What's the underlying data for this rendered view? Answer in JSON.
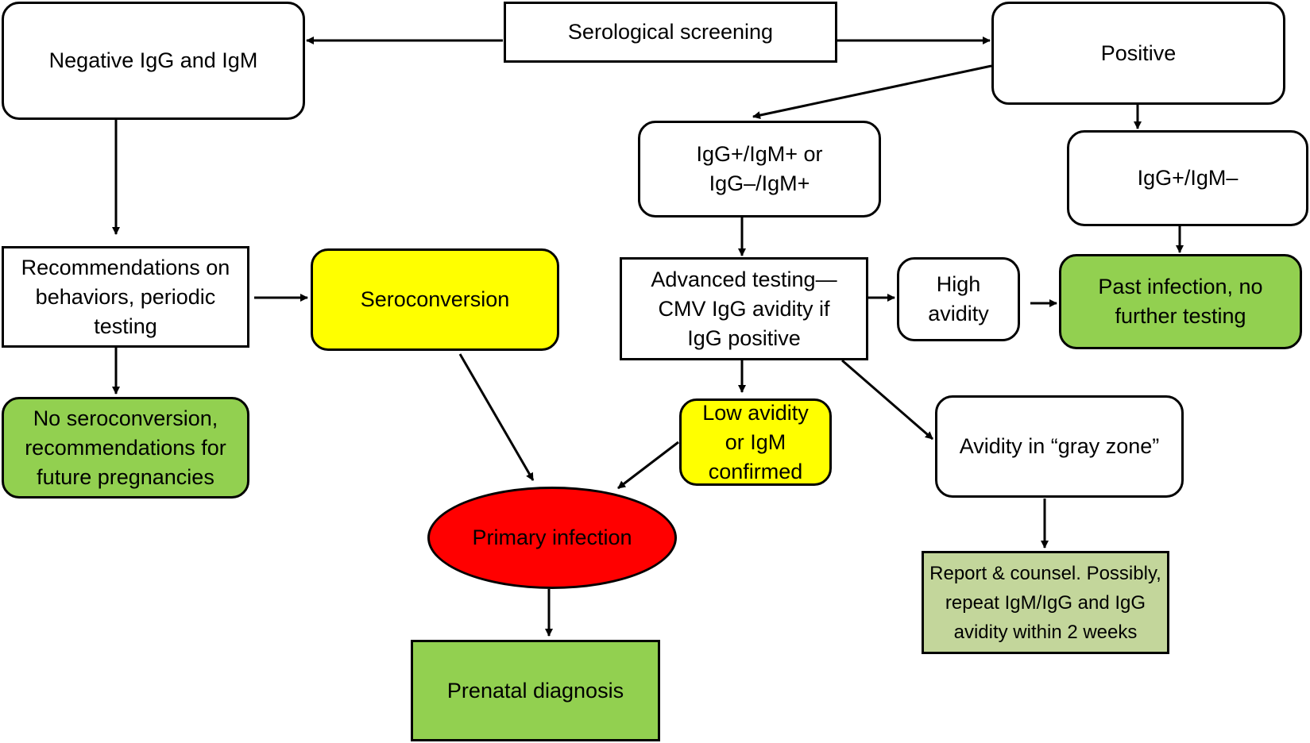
{
  "nodes": {
    "screening": "Serological screening",
    "negative": "Negative IgG and IgM",
    "positive": "Positive",
    "igm_pos": "IgG+/IgM+ or\nIgG–/IgM+",
    "igg_pos_igm_neg": "IgG+/IgM–",
    "recommendations": "Recommendations on\nbehaviors, periodic\ntesting",
    "seroconversion": "Seroconversion",
    "advanced_testing": "Advanced testing—\nCMV IgG avidity if\nIgG positive",
    "high_avidity": "High\navidity",
    "past_infection": "Past infection, no\nfurther testing",
    "no_seroconversion": "No seroconversion,\nrecommendations for\nfuture pregnancies",
    "low_avidity": "Low avidity\nor IgM\nconfirmed",
    "gray_zone": "Avidity in “gray zone”",
    "primary_infection": "Primary infection",
    "report_counsel": "Report & counsel. Possibly,\nrepeat IgM/IgG and IgG\navidity within 2 weeks",
    "prenatal_diagnosis": "Prenatal diagnosis"
  },
  "colors": {
    "yellow": "#ffff00",
    "green": "#92d050",
    "pale_green": "#c3d69b",
    "red": "#ff0000",
    "outline": "#000000"
  }
}
